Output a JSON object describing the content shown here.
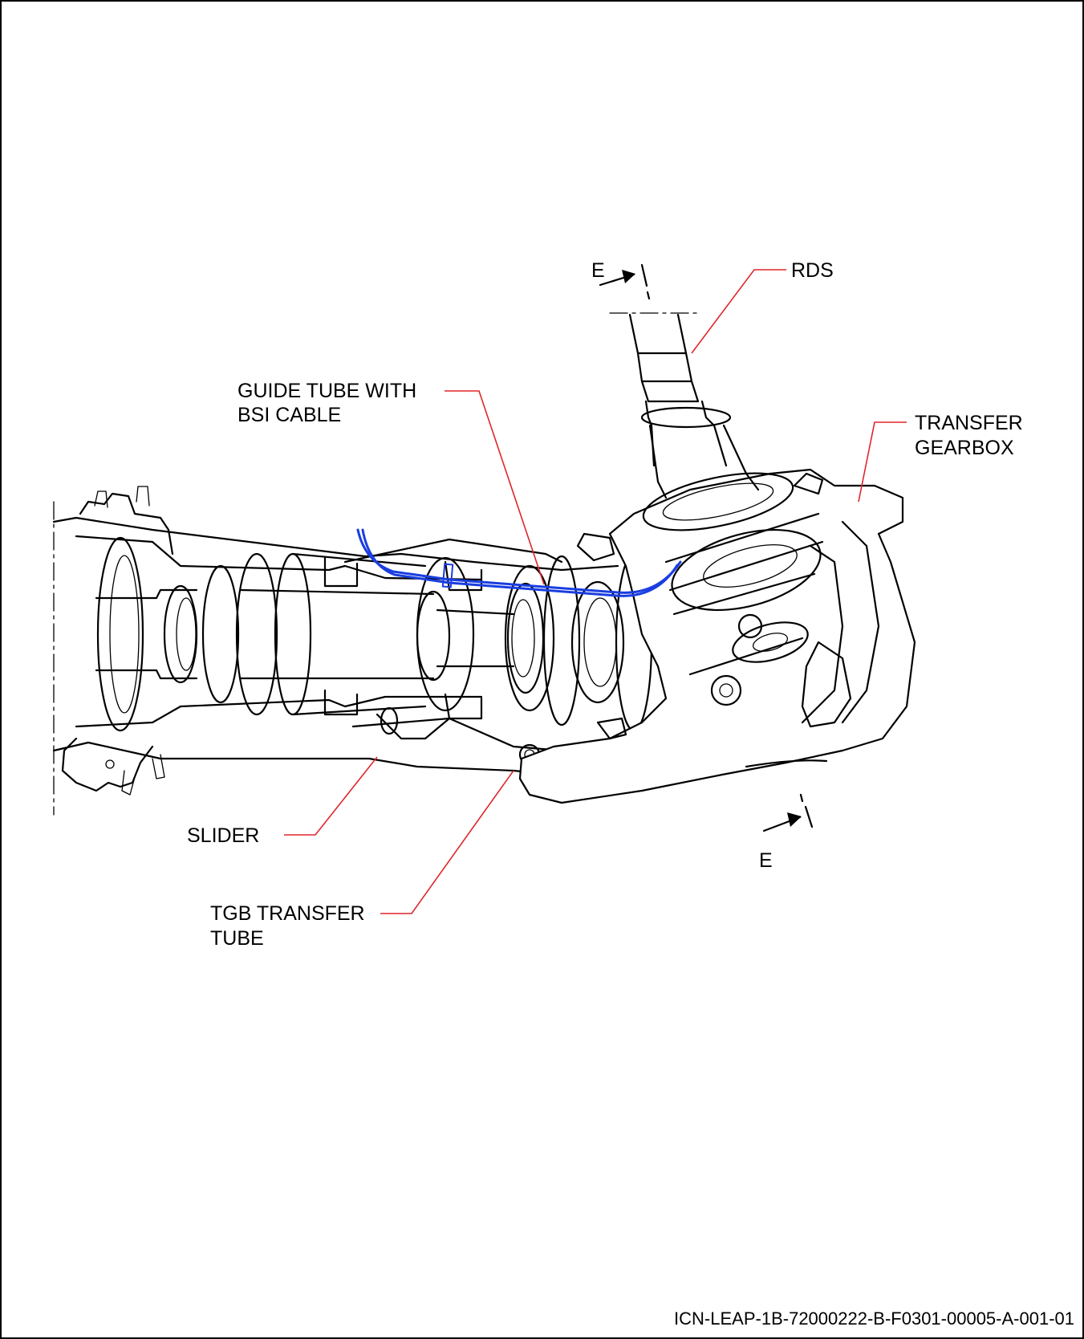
{
  "colors": {
    "leader": "#e0262b",
    "cable": "#1a3ee0",
    "line": "#000000",
    "background": "#ffffff"
  },
  "labels": {
    "rds": "RDS",
    "guide_tube_line1": "GUIDE TUBE WITH",
    "guide_tube_line2": "BSI CABLE",
    "transfer_gearbox_line1": "TRANSFER",
    "transfer_gearbox_line2": "GEARBOX",
    "slider": "SLIDER",
    "tgb_tube_line1": "TGB TRANSFER",
    "tgb_tube_line2": "TUBE"
  },
  "section_marker": {
    "top_letter": "E",
    "bottom_letter": "E"
  },
  "icn": "ICN-LEAP-1B-72000222-B-F0301-00005-A-001-01"
}
